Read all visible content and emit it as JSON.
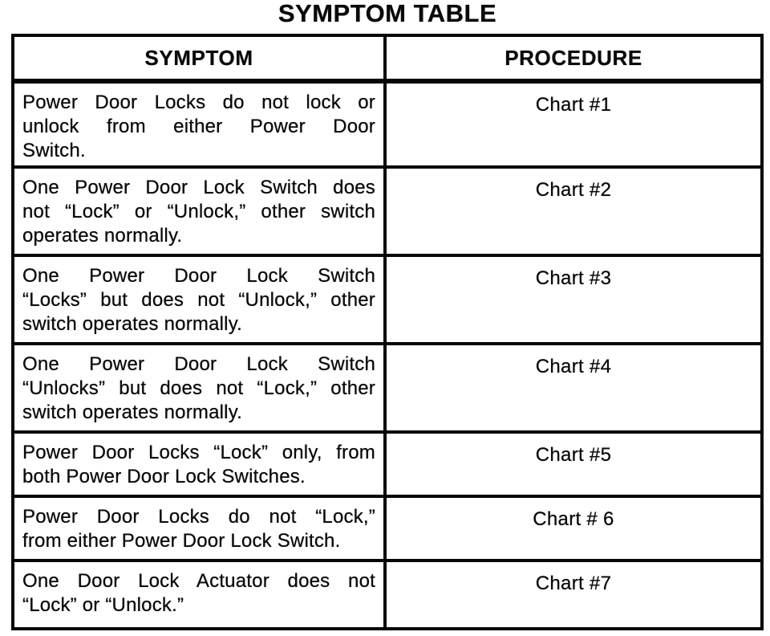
{
  "page": {
    "title": "SYMPTOM TABLE"
  },
  "colors": {
    "ink": "#0a0a0a",
    "paper": "#ffffff",
    "border": "#060606"
  },
  "table": {
    "header": {
      "symptom": "SYMPTOM",
      "procedure": "PROCEDURE"
    },
    "rows": [
      {
        "symptom_lines": [
          "Power Door Locks do not lock or",
          "unlock from either Power Door",
          "Switch."
        ],
        "procedure": "Chart #1"
      },
      {
        "symptom_lines": [
          "One Power Door Lock Switch does",
          "not “Lock” or “Unlock,” other switch",
          "operates normally."
        ],
        "procedure": "Chart #2"
      },
      {
        "symptom_lines": [
          "One Power Door Lock Switch",
          "“Locks” but does not “Unlock,” other",
          "switch operates normally."
        ],
        "procedure": "Chart #3"
      },
      {
        "symptom_lines": [
          "One Power Door Lock Switch",
          "“Unlocks” but does not “Lock,” other",
          "switch operates normally."
        ],
        "procedure": "Chart #4"
      },
      {
        "symptom_lines": [
          "Power Door Locks “Lock” only, from",
          "both Power Door Lock Switches."
        ],
        "procedure": "Chart #5"
      },
      {
        "symptom_lines": [
          "Power Door Locks do not “Lock,”",
          "from either Power Door Lock Switch."
        ],
        "procedure": "Chart # 6"
      },
      {
        "symptom_lines": [
          "One Door Lock Actuator does not",
          "“Lock” or “Unlock.”"
        ],
        "procedure": "Chart #7"
      }
    ]
  }
}
